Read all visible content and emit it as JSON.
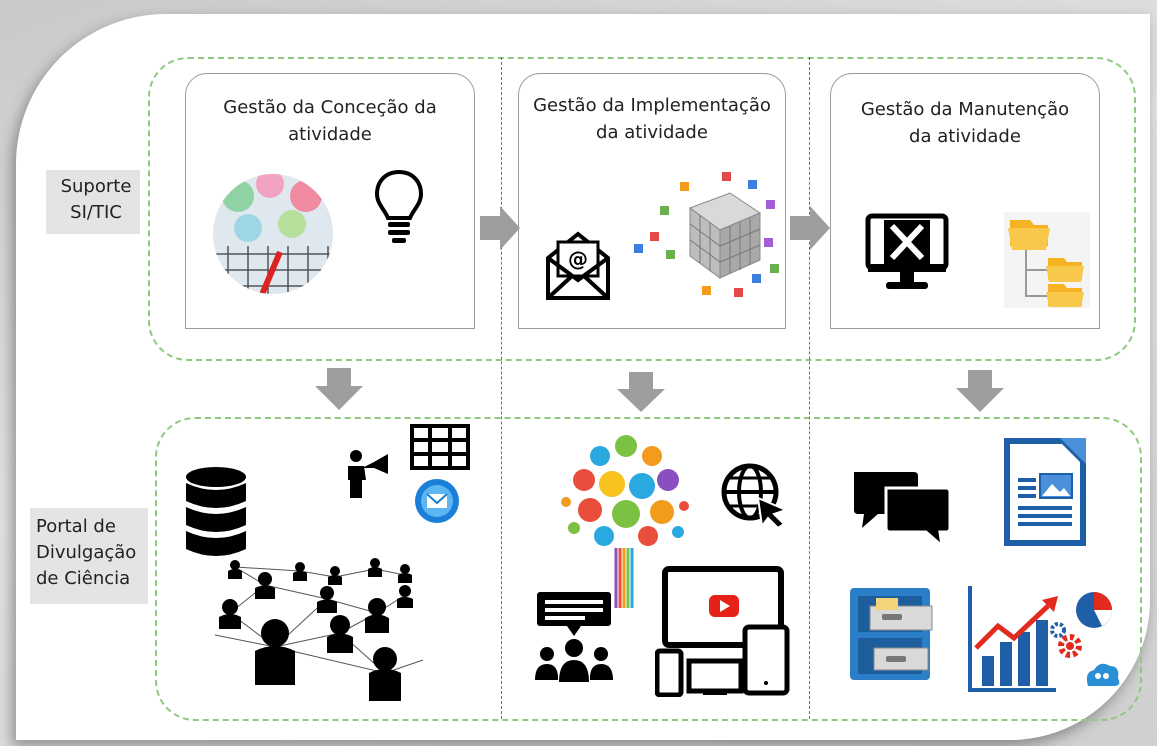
{
  "labels": {
    "suporte": [
      "Suporte",
      "SI/TIC"
    ],
    "portal": [
      "Portal de",
      "Divulgação",
      "de Ciência"
    ]
  },
  "steps": [
    {
      "title_lines": [
        "Gestão da Conceção da",
        "atividade"
      ]
    },
    {
      "title_lines": [
        "Gestão da Implementação",
        "da atividade"
      ]
    },
    {
      "title_lines": [
        "Gestão da Manutenção",
        "da atividade"
      ]
    }
  ],
  "icons": {
    "step1": [
      "planner-photo",
      "lightbulb-icon"
    ],
    "step2": [
      "email-icon",
      "data-cube-icon"
    ],
    "step3": [
      "maintenance-monitor-icon",
      "folder-tree-icon"
    ],
    "portal1": [
      "database-icon",
      "presenter-icon",
      "table-icon",
      "email-badge-icon",
      "social-network-icon"
    ],
    "portal2": [
      "science-tree-icon",
      "web-icon",
      "meeting-icon",
      "devices-video-icon"
    ],
    "portal3": [
      "chat-icon",
      "document-icon",
      "file-cabinet-icon",
      "analytics-icon"
    ]
  },
  "colors": {
    "dashed_green": "#8fc97f",
    "dashed_blue": "#4b74b8",
    "arrow_gray": "#9e9e9e",
    "label_bg": "#e4e4e4"
  }
}
